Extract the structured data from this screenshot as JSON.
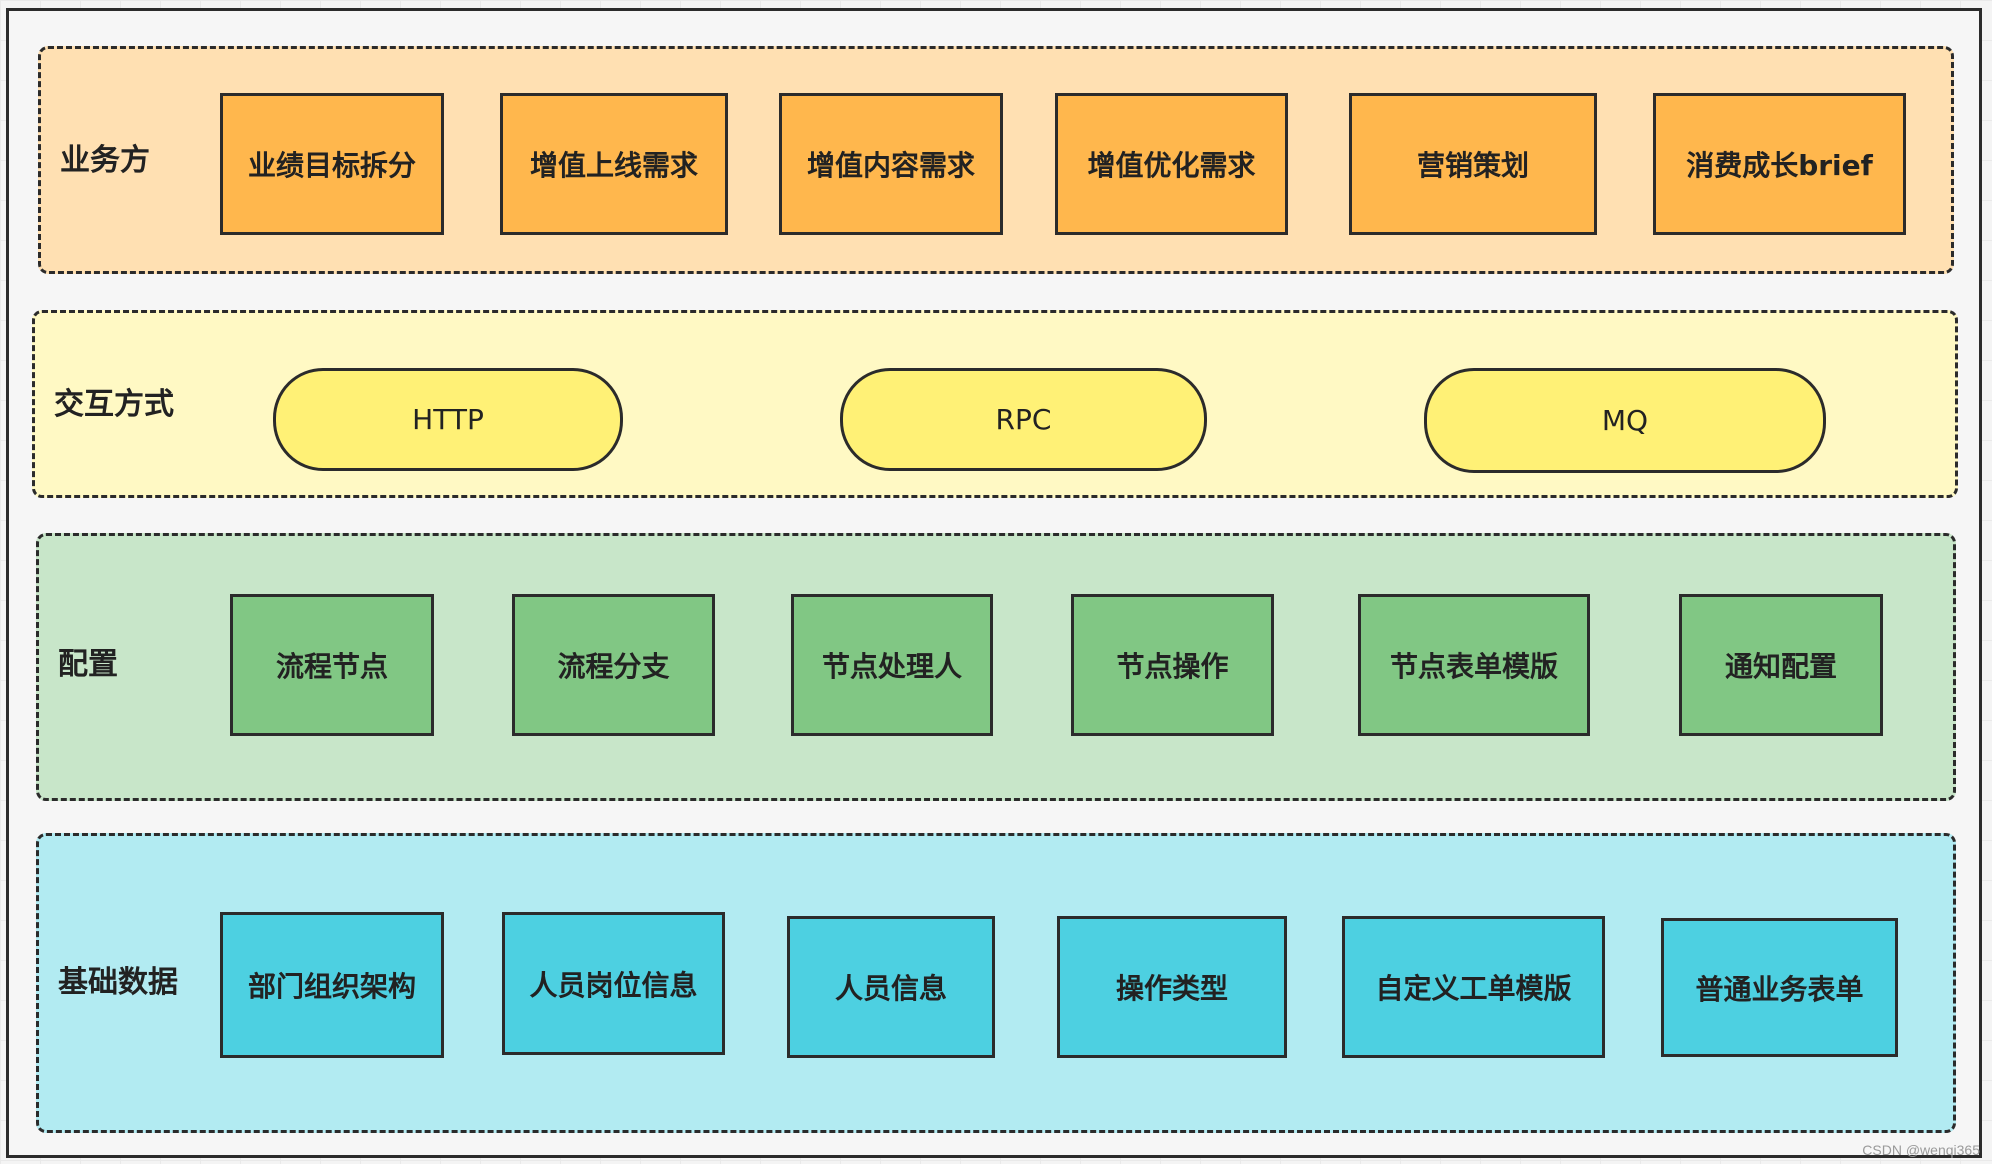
{
  "layers": {
    "business": {
      "label": "业务方",
      "fill": "#ffe0b2",
      "box_fill": "#ffb74d",
      "items": [
        "业绩目标拆分",
        "增值上线需求",
        "增值内容需求",
        "增值优化需求",
        "营销策划",
        "消费成长brief"
      ]
    },
    "interaction": {
      "label": "交互方式",
      "fill": "#fff9c4",
      "box_fill": "#fff176",
      "items": [
        "HTTP",
        "RPC",
        "MQ"
      ]
    },
    "config": {
      "label": "配置",
      "fill": "#c8e6c9",
      "box_fill": "#81c784",
      "items": [
        "流程节点",
        "流程分支",
        "节点处理人",
        "节点操作",
        "节点表单模版",
        "通知配置"
      ]
    },
    "base_data": {
      "label": "基础数据",
      "fill": "#b2ebf2",
      "box_fill": "#4dd0e1",
      "items": [
        "部门组织架构",
        "人员岗位信息",
        "人员信息",
        "操作类型",
        "自定义工单模版",
        "普通业务表单"
      ]
    }
  },
  "watermark": "CSDN @wenqi365"
}
